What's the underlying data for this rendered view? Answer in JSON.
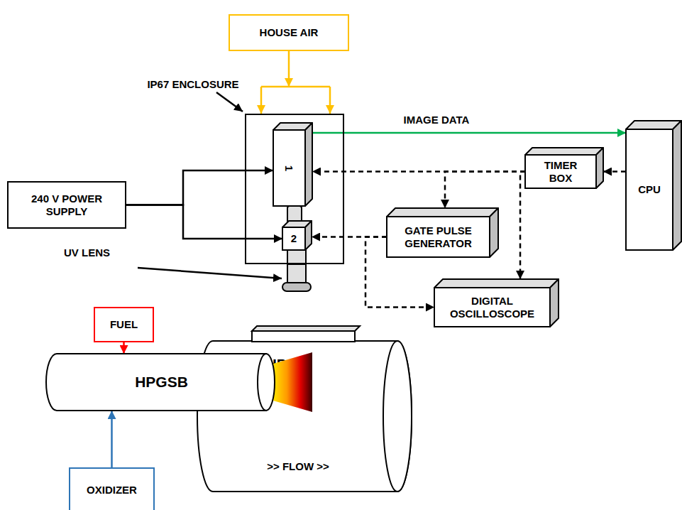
{
  "diagram": {
    "nodes": [
      {
        "text": [
          "HOUSE AIR"
        ]
      },
      {
        "text": [
          "IP67 ENCLOSURE"
        ]
      },
      {
        "text": [
          "1"
        ],
        "in": 1
      },
      {
        "text": [
          "2"
        ],
        "in": 1
      },
      {
        "text": [
          "240 V POWER SUPPLY"
        ]
      },
      {
        "text": [
          "TIMER BOX"
        ]
      },
      {
        "text": [
          "CPU"
        ]
      },
      {
        "text": [
          "GATE PULSE GENERATOR"
        ]
      },
      {
        "text": [
          "DIGITAL OSCILLOSCOPE"
        ]
      },
      {
        "text": [
          "FUEL"
        ]
      },
      {
        "text": [
          "HPGSB"
        ]
      },
      {
        "text": [
          "HPOC",
          ">> FLOW >>"
        ]
      },
      {
        "text": [
          "OXIDIZER"
        ]
      }
    ],
    "edges": [
      {
        "from": 0,
        "to": 1,
        "arrow": "to"
      },
      {
        "from": 4,
        "to": 2,
        "arrow": "to"
      },
      {
        "from": 4,
        "to": 3,
        "arrow": "to"
      },
      {
        "from": 2,
        "to": 6,
        "label": "IMAGE DATA",
        "arrow": "to"
      },
      {
        "from": 6,
        "to": 5,
        "arrow": "to"
      },
      {
        "from": 5,
        "to": 2,
        "arrow": "to"
      },
      {
        "from": 5,
        "to": 7,
        "arrow": "to"
      },
      {
        "from": 5,
        "to": 8,
        "arrow": "to"
      },
      {
        "from": 7,
        "to": 3,
        "arrow": "to"
      },
      {
        "from": 7,
        "to": 8,
        "arrow": "to"
      },
      {
        "from": 9,
        "to": 10,
        "arrow": "to"
      },
      {
        "from": 12,
        "to": 10,
        "arrow": "to"
      }
    ],
    "labels": [
      "UV LENS"
    ]
  }
}
